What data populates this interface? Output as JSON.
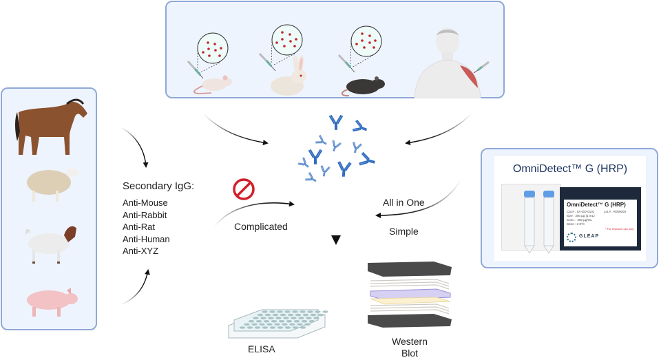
{
  "immunization_panel": {
    "hosts": [
      {
        "name": "Mouse",
        "icon": "mouse-icon"
      },
      {
        "name": "Rabbit",
        "icon": "rabbit-icon"
      },
      {
        "name": "Rat",
        "icon": "rat-icon"
      },
      {
        "name": "Human",
        "icon": "human-icon"
      }
    ]
  },
  "secondary_hosts_panel": {
    "animals": [
      {
        "name": "Horse",
        "icon": "horse-icon"
      },
      {
        "name": "Sheep",
        "icon": "sheep-icon"
      },
      {
        "name": "Goat",
        "icon": "goat-icon"
      },
      {
        "name": "Pig",
        "icon": "pig-icon"
      }
    ]
  },
  "secondary_igg": {
    "title": "Secondary IgG:",
    "items": [
      "Anti-Mouse",
      "Anti-Rabbit",
      "Anti-Rat",
      "Anti-Human",
      "Anti-XYZ"
    ]
  },
  "paths": {
    "complicated_label": "Complicated",
    "all_in_one_label": "All in One",
    "simple_label": "Simple"
  },
  "product": {
    "title": "OmniDetect™ G (HRP)",
    "box_label": "OmniDetect™ G (HRP)",
    "box_details": [
      "Cat.# : SA-OD-0101",
      "Size : 250 µg (1 mL)",
      "Conc. : 250 µg/mL",
      "Store : 2-8°C"
    ],
    "lot": "Lot.# : R00000X",
    "brand": "GLEAP",
    "research_note": "* For research use only"
  },
  "applications": {
    "elisa_label": "ELISA",
    "western_blot_label_line1": "Western",
    "western_blot_label_line2": "Blot"
  },
  "colors": {
    "panel_bg": "#eef4fd",
    "panel_border": "#8fa8d8",
    "antibody_blue": "#2f6cc0",
    "prohibit_red": "#d0202a",
    "product_title": "#1d3461"
  }
}
